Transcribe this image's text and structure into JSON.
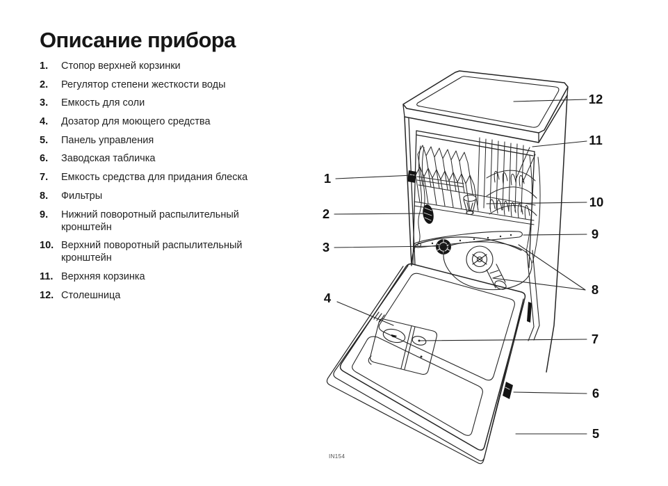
{
  "page": {
    "title": "Описание прибора",
    "figure_code": "IN154",
    "ink_color": "#1c1c1c"
  },
  "parts_list": [
    {
      "num": "1.",
      "label": "Стопор верхней корзинки"
    },
    {
      "num": "2.",
      "label": "Регулятор степени жесткости воды"
    },
    {
      "num": "3.",
      "label": "Емкость для соли"
    },
    {
      "num": "4.",
      "label": "Дозатор для моющего средства"
    },
    {
      "num": "5.",
      "label": "Панель управления"
    },
    {
      "num": "6.",
      "label": "Заводская табличка"
    },
    {
      "num": "7.",
      "label": "Емкость средства для придания блеска"
    },
    {
      "num": "8.",
      "label": "Фильтры"
    },
    {
      "num": "9.",
      "label": "Нижний поворотный распылительный кронштейн"
    },
    {
      "num": "10.",
      "label": "Верхний поворотный распылительный кронштейн"
    },
    {
      "num": "11.",
      "label": "Верхняя корзинка"
    },
    {
      "num": "12.",
      "label": "Столешница"
    }
  ],
  "callouts": [
    {
      "num": "1"
    },
    {
      "num": "2"
    },
    {
      "num": "3"
    },
    {
      "num": "4"
    },
    {
      "num": "5"
    },
    {
      "num": "6"
    },
    {
      "num": "7"
    },
    {
      "num": "8"
    },
    {
      "num": "9"
    },
    {
      "num": "10"
    },
    {
      "num": "11"
    },
    {
      "num": "12"
    }
  ]
}
